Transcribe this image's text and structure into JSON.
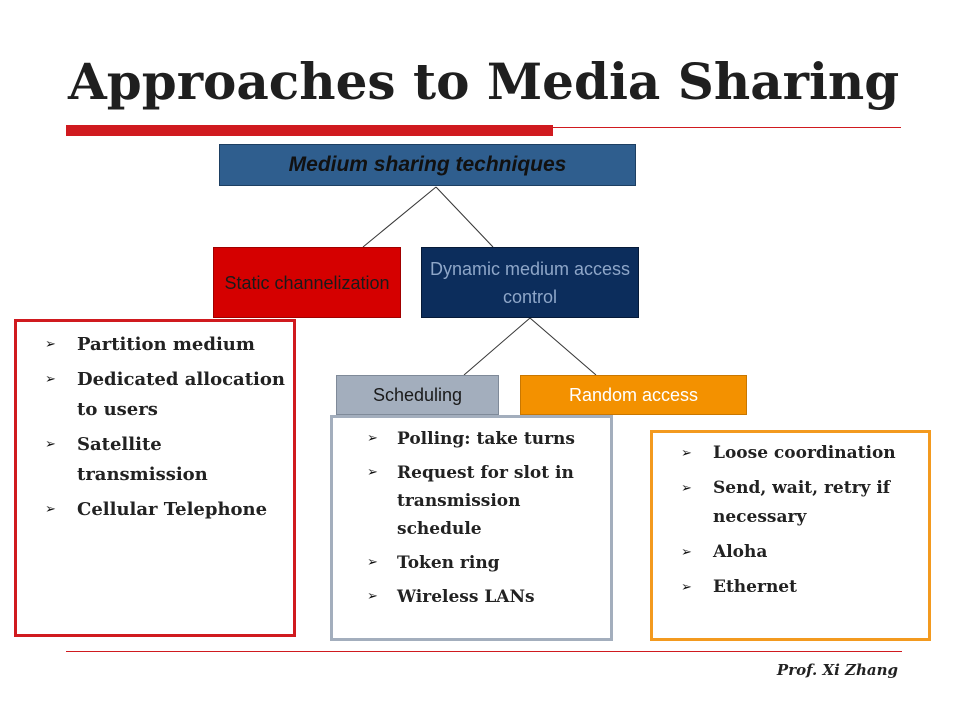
{
  "title": "Approaches to Media Sharing",
  "colors": {
    "accent_red": "#d01a1f",
    "root": "#2f5e8e",
    "static": "#d50000",
    "dynamic": "#0c2d5c",
    "scheduling": "#a3aebd",
    "random": "#f39100"
  },
  "tree": {
    "root": "Medium sharing techniques",
    "static": "Static channelization",
    "dynamic": "Dynamic medium access control",
    "scheduling": "Scheduling",
    "random": "Random access"
  },
  "bullet_icon": "arrowhead-bullet-icon",
  "boxes": {
    "static": [
      "Partition medium",
      "Dedicated allocation to users",
      "Satellite transmission",
      "Cellular Telephone"
    ],
    "scheduling": [
      "Polling: take turns",
      "Request for slot in transmission schedule",
      "Token ring",
      "Wireless LANs"
    ],
    "random": [
      "Loose coordination",
      "Send, wait, retry if necessary",
      "Aloha",
      "Ethernet"
    ]
  },
  "footer": "Prof. Xi Zhang"
}
